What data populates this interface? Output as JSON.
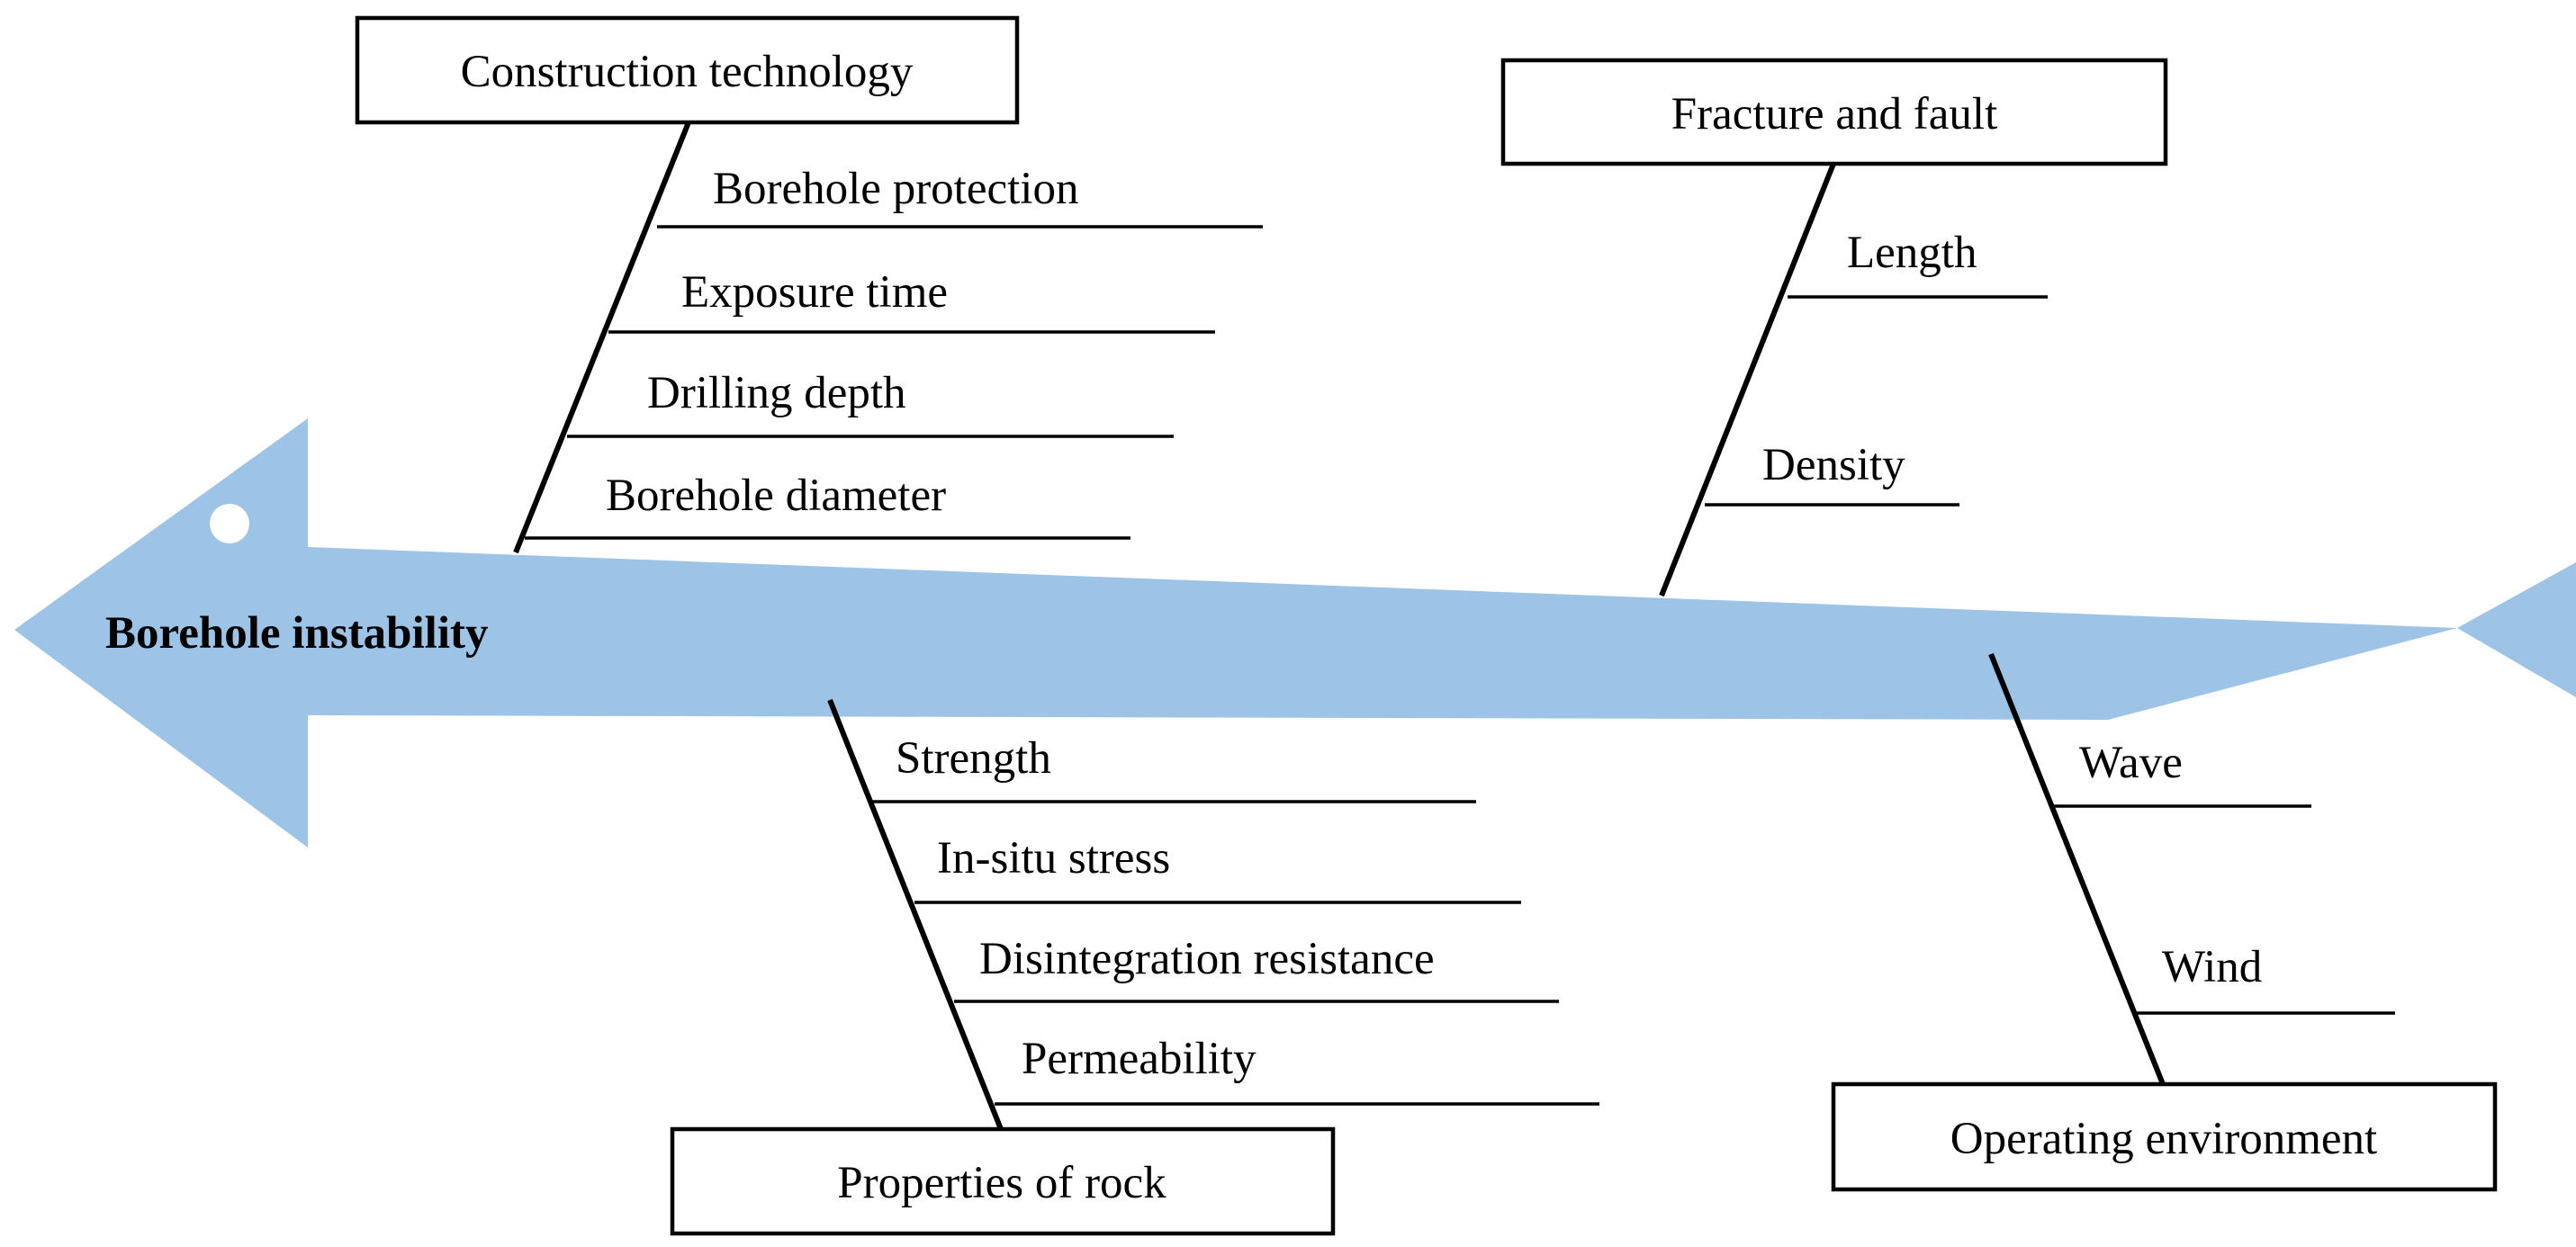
{
  "effect": {
    "label": "Borehole instability"
  },
  "colors": {
    "spine": "#9dc3e6",
    "line": "#000000",
    "background": "#ffffff"
  },
  "categories": [
    {
      "id": "construction",
      "title": "Construction technology",
      "causes": [
        "Borehole protection",
        "Exposure time",
        "Drilling depth",
        "Borehole diameter"
      ]
    },
    {
      "id": "fracture",
      "title": "Fracture and fault",
      "causes": [
        "Length",
        "Density"
      ]
    },
    {
      "id": "rock",
      "title": "Properties of rock",
      "causes": [
        "Strength",
        "In-situ stress",
        "Disintegration resistance",
        "Permeability"
      ]
    },
    {
      "id": "environment",
      "title": "Operating environment",
      "causes": [
        "Wave",
        "Wind"
      ]
    }
  ]
}
